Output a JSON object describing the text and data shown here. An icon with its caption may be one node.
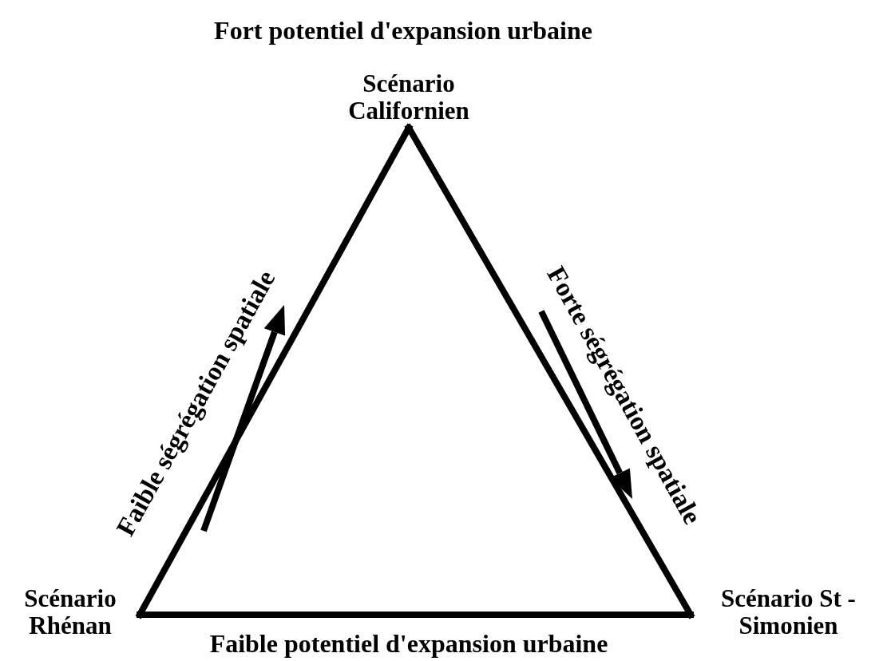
{
  "diagram": {
    "nodes": [
      {
        "text": [
          "Scénario Californien"
        ]
      },
      {
        "text": [
          "Scénario Rhénan"
        ]
      },
      {
        "text": [
          "Scénario St - Simonien"
        ]
      }
    ],
    "edges": [
      {
        "from": 1,
        "to": 0,
        "arrow": "none"
      },
      {
        "from": 1,
        "to": 2,
        "arrow": "none"
      },
      {
        "from": 0,
        "to": 2,
        "arrow": "none"
      }
    ],
    "labels": [
      "Fort potentiel d'expansion urbaine",
      "Faible ségrégation spatiale",
      "Forte ségrégation spatiale",
      "Faible potentiel d'expansion urbaine"
    ]
  }
}
